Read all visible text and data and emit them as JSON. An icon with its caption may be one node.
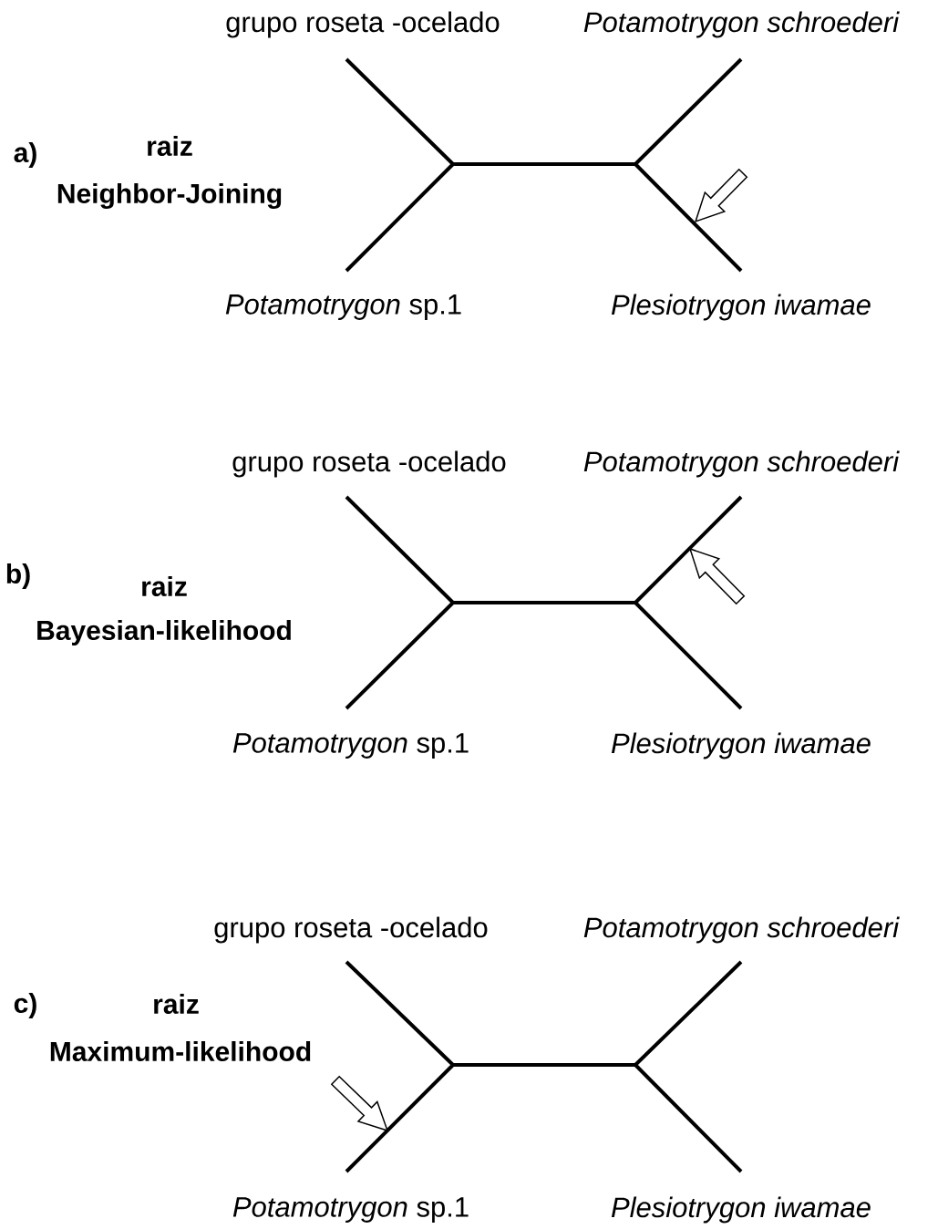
{
  "diagram": {
    "labels": [
      "grupo roseta -ocelado",
      "Potamotrygon schroederi",
      "a)",
      "raiz",
      "Neighbor-Joining",
      "*Potamotrygon* sp.1",
      "Plesiotrygon iwamae",
      "grupo roseta -ocelado",
      "Potamotrygon schroederi",
      "b)",
      "raiz",
      "Bayesian-likelihood",
      "*Potamotrygon* sp.1",
      "Plesiotrygon iwamae",
      "grupo roseta -ocelado",
      "Potamotrygon schroederi",
      "c)",
      "raiz",
      "Maximum-likelihood",
      "*Potamotrygon* sp.1",
      "Plesiotrygon iwamae"
    ]
  }
}
